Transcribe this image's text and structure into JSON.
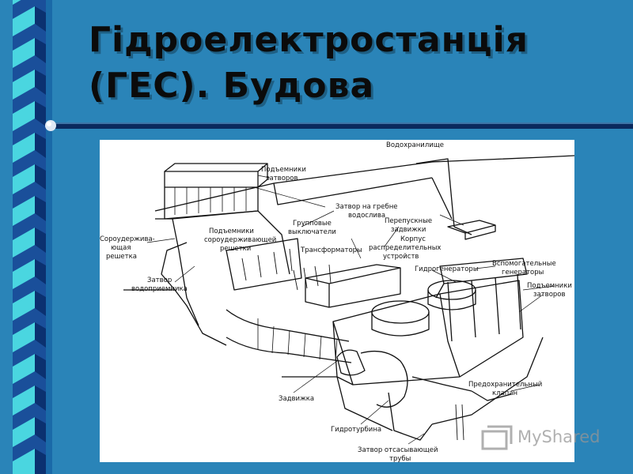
{
  "slide": {
    "title_line1": "Гідроелектростанція",
    "title_line2": "(ГЕС). Будова"
  },
  "diagram": {
    "labels": {
      "reservoir": "Водохранилище",
      "gate_hoists_top": "Подъемники",
      "gate_hoists_top_2": "затворов",
      "spillway_gate": "Затвор на гребне",
      "spillway_gate_2": "водослива",
      "group_switches": "Групповые",
      "group_switches_2": "выключатели",
      "bypass_valves": "Перепускные",
      "bypass_valves_2": "задвижки",
      "switchgear_building": "Корпус",
      "switchgear_building_2": "распределительных",
      "switchgear_building_3": "устройств",
      "trash_rack": "Сороудержива-",
      "trash_rack_2": "ющая",
      "trash_rack_3": "решетка",
      "trash_rack_hoists": "Подъемники",
      "trash_rack_hoists_2": "сороудерживающей",
      "trash_rack_hoists_3": "решетки",
      "transformers": "Трансформаторы",
      "hydrogenerators": "Гидрогенераторы",
      "aux_generators": "Вспомогательные",
      "aux_generators_2": "генераторы",
      "intake_gate": "Затвор",
      "intake_gate_2": "водоприемника",
      "gate_hoists_right": "Подъемники",
      "gate_hoists_right_2": "затворов",
      "relief_valve": "Предохранительный",
      "relief_valve_2": "клапан",
      "sluice_valve": "Задвижка",
      "hydroturbine": "Гидротурбина",
      "draft_tube_gate": "Затвор отсасывающей",
      "draft_tube_gate_2": "трубы"
    }
  },
  "watermark": {
    "text": "MyShared"
  },
  "colors": {
    "background": "#2a84b8",
    "strip_cyan": "#5fe6e6",
    "strip_dark": "#0a2d6a",
    "title": "#0b0b0b"
  }
}
